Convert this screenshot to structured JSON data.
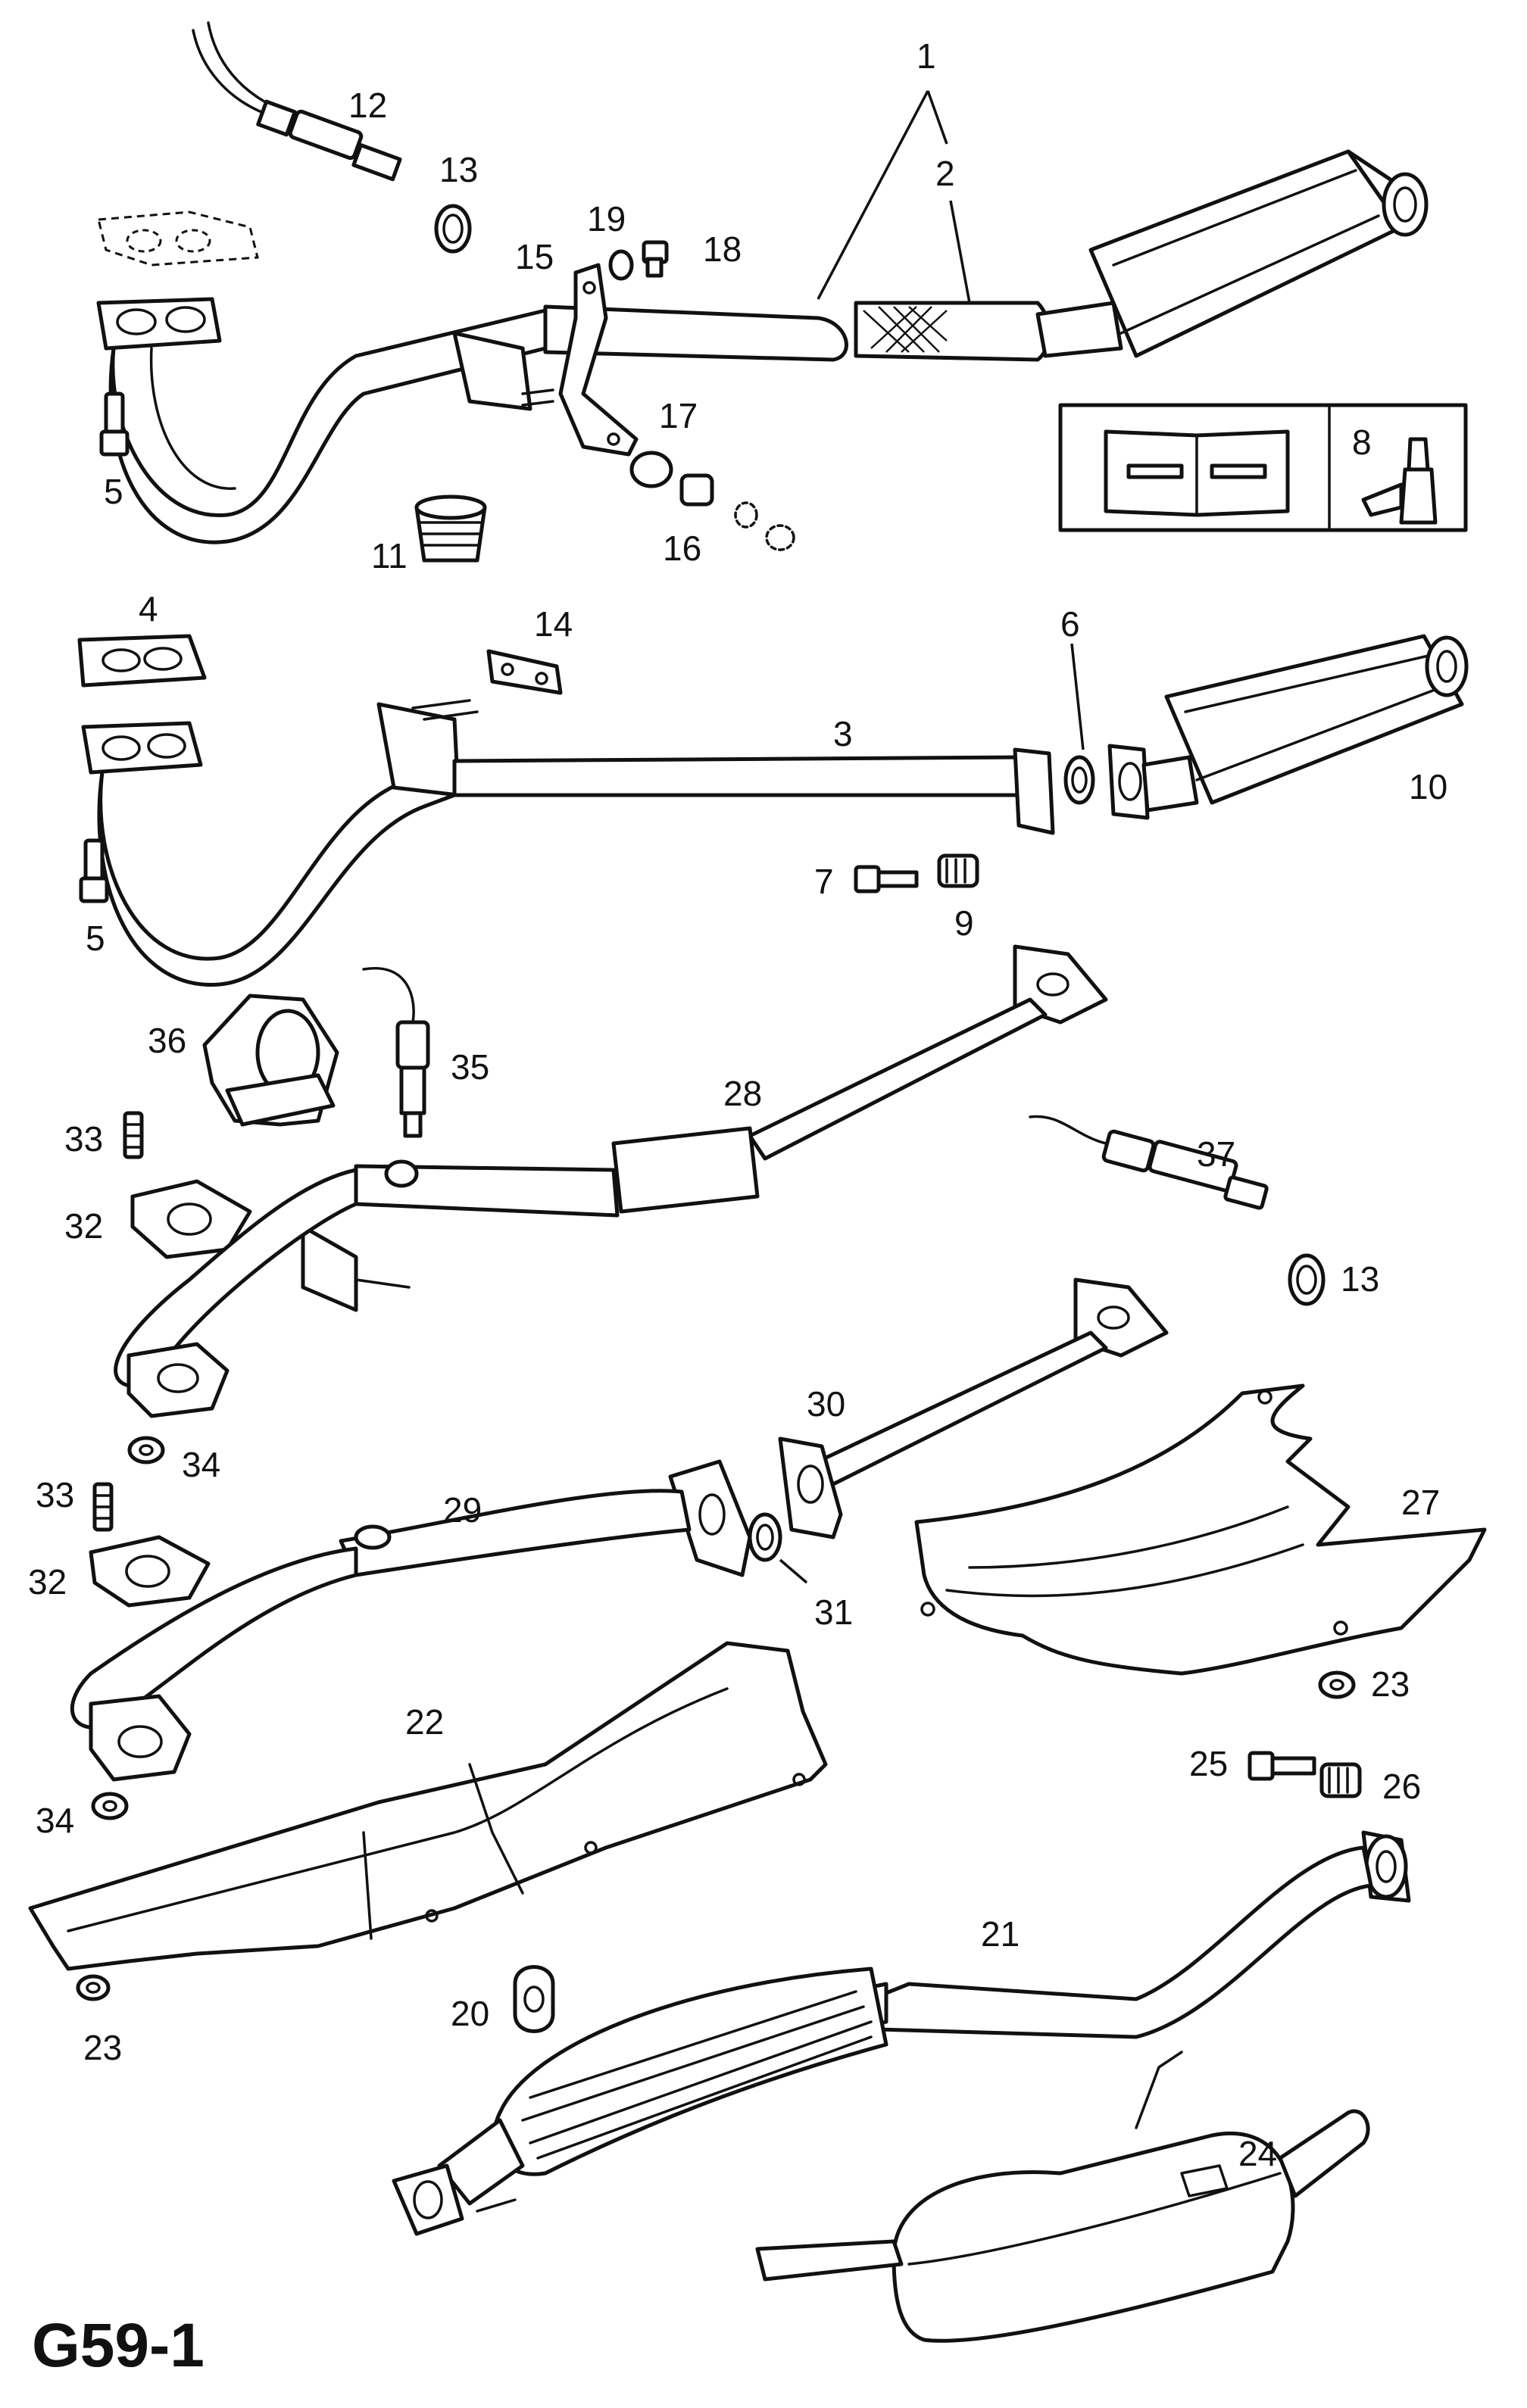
{
  "diagram_code": "G59-1",
  "callouts": {
    "c1": "1",
    "c2": "2",
    "c3": "3",
    "c4": "4",
    "c5a": "5",
    "c5b": "5",
    "c6": "6",
    "c7": "7",
    "c8": "8",
    "c9": "9",
    "c10": "10",
    "c11": "11",
    "c12": "12",
    "c13a": "13",
    "c13b": "13",
    "c14": "14",
    "c15": "15",
    "c16": "16",
    "c17": "17",
    "c18": "18",
    "c19": "19",
    "c20": "20",
    "c21": "21",
    "c22": "22",
    "c23a": "23",
    "c23b": "23",
    "c24": "24",
    "c25": "25",
    "c26": "26",
    "c27": "27",
    "c28": "28",
    "c29": "29",
    "c30": "30",
    "c31": "31",
    "c32a": "32",
    "c32b": "32",
    "c33a": "33",
    "c33b": "33",
    "c34a": "34",
    "c34b": "34",
    "c35": "35",
    "c36": "36",
    "c37": "37"
  },
  "icons": {
    "manual": "service-manual-book-icon",
    "sealant": "sealant-bottle-icon"
  }
}
